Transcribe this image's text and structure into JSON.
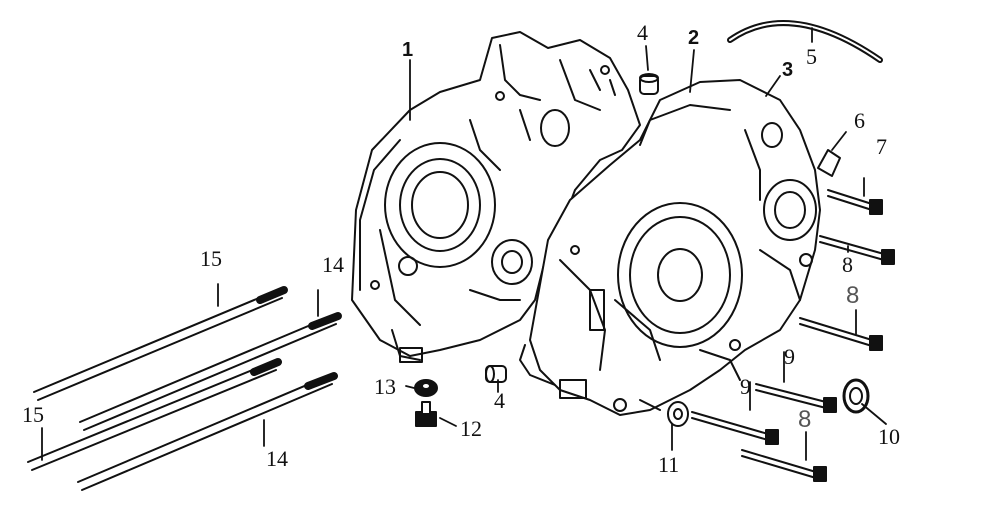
{
  "labels": {
    "l1": "1",
    "l2": "2",
    "l3": "3",
    "l4a": "4",
    "l4b": "4",
    "l5": "5",
    "l6": "6",
    "l7": "7",
    "l8a": "8",
    "l8b": "8",
    "l8c": "8",
    "l9a": "9",
    "l9b": "9",
    "l10": "10",
    "l11": "11",
    "l12": "12",
    "l13": "13",
    "l14a": "14",
    "l14b": "14",
    "l15a": "15",
    "l15b": "15"
  }
}
